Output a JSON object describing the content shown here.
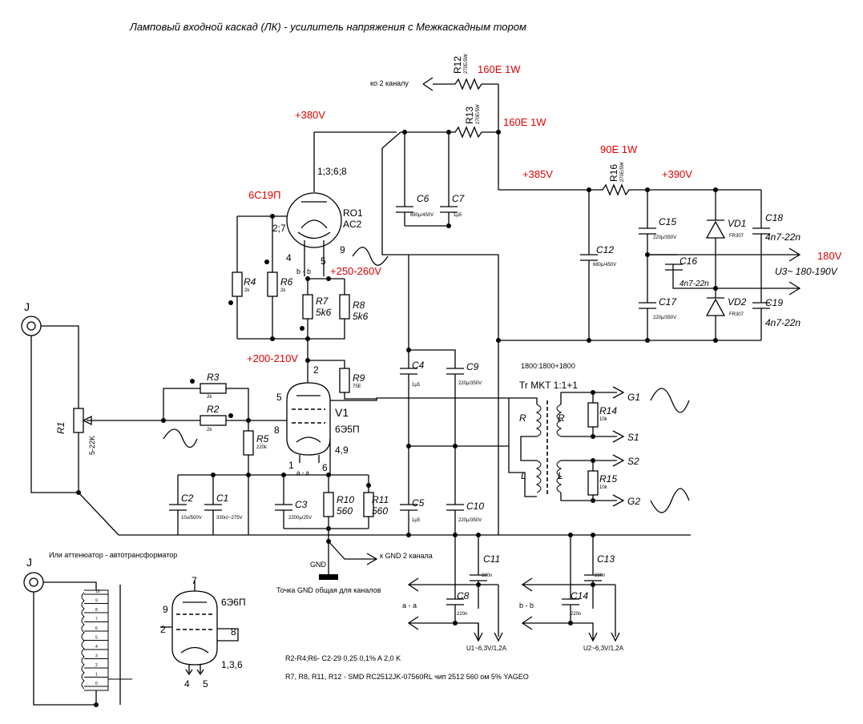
{
  "title": "Ламповый входной каскад (ЛК) - усилитель напряжения с Межкаскадным тором",
  "voltages": {
    "v380": "+380V",
    "v385": "+385V",
    "v390": "+390V",
    "v250": "+250-260V",
    "v200": "+200-210V",
    "v180": "180V",
    "u3": "U3~ 180-190V",
    "r12_rating": "160E 1W",
    "r13_rating": "160E 1W",
    "r16_rating": "90E 1W"
  },
  "tubes": {
    "vl1_type": "6С19П",
    "vl1_ref": "RO1",
    "vl1_sub": "AC2",
    "vl1_pins_top": "1;3;6;8",
    "vl1_pins_27": "2;7",
    "vl1_pin4": "4",
    "vl1_pin5": "5",
    "vl1_pin9": "9",
    "vl1_bb": "b - b",
    "v1_ref": "V1",
    "v1_type": "6Э5П",
    "v1_pin2": "2",
    "v1_pin5": "5",
    "v1_pin8": "8",
    "v1_pin49": "4,9",
    "v1_pin1": "1",
    "v1_pin6": "6",
    "v1_aa": "a - a",
    "legend_type": "6Э6П",
    "legend_p7": "7",
    "legend_p9": "9",
    "legend_p2": "2",
    "legend_p8": "8",
    "legend_p4": "4",
    "legend_p5": "5",
    "legend_p136": "1,3,6"
  },
  "components": {
    "r1": "R1",
    "r1_val": "5-22K",
    "r2": "R2",
    "r2_val": "2k",
    "r3": "R3",
    "r3_val": "2k",
    "r4": "R4",
    "r4_val": "2k",
    "r5": "R5",
    "r5_val": "220k",
    "r6": "R6",
    "r6_val": "2k",
    "r7": "R7",
    "r7_val": "5k6",
    "r8": "R8",
    "r8_val": "5k6",
    "r9": "R9",
    "r9_val": "75E",
    "r10": "R10",
    "r10_val": "560",
    "r11": "R11",
    "r11_val": "560",
    "r12": "R12",
    "r12_val": "270E/5W",
    "r13": "R13",
    "r13_val": "270E/5W",
    "r14": "R14",
    "r14_val": "10k",
    "r15": "R15",
    "r15_val": "10k",
    "r16": "R16",
    "r16_val": "270E/5W",
    "c1": "C1",
    "c1_val": "330n/~275V",
    "c2": "C2",
    "c2_val": "10u/500V",
    "c3": "C3",
    "c3_val": "2200µ/25V",
    "c4": "C4",
    "c4_val": "1µ5",
    "c5": "C5",
    "c5_val": "1µ5",
    "c6": "C6",
    "c6_val": "680µ/450V",
    "c7": "C7",
    "c7_val": "1µ5",
    "c8": "C8",
    "c8_val": "220n",
    "c9": "C9",
    "c9_val": "220µ/350V",
    "c10": "C10",
    "c10_val": "220µ/350V",
    "c11": "C11",
    "c11_val": "220n",
    "c12": "C12",
    "c12_val": "680µ/450V",
    "c13": "C13",
    "c13_val": "220n",
    "c14": "C14",
    "c14_val": "220n",
    "c15": "C15",
    "c15_val": "220µ/350V",
    "c16": "C16",
    "c16_val": "4n7-22n",
    "c17": "C17",
    "c17_val": "220µ/350V",
    "c18": "C18",
    "c18_val": "4n7-22n",
    "c19": "C19",
    "c19_val": "4n7-22n",
    "vd1": "VD1",
    "vd1_val": "FR307",
    "vd2": "VD2",
    "vd2_val": "FR307"
  },
  "transformer": {
    "ratio": "1800:1800+1800",
    "name": "Tr MKT 1:1+1",
    "r_left": "R",
    "r_right": "R",
    "l_left": "L",
    "l_right": "L",
    "g1": "G1",
    "s1": "S1",
    "s2": "S2",
    "g2": "G2"
  },
  "labels": {
    "j1": "J",
    "j2": "J",
    "to_ch2": "ко 2 каналу",
    "gnd": "GND",
    "gnd_ch2": "к GND 2 канала",
    "gnd_point": "Точка GND общая для каналов",
    "attenuator": "Или аттенюатор - автотрансформатор",
    "aa": "a - a",
    "bb": "b - b",
    "u1": "U1~6,3V/1,2A",
    "u2": "U2~6,3V/1,2A",
    "note1": "R2-R4;R6- C2-29 0,25 0,1% A 2,0 K",
    "note2": "R7, R8, R11, R12 - SMD RC2512JK-07560RL чип 2512  560 ом 5% YAGEO"
  },
  "attenuator_taps": [
    "10",
    "9",
    "8",
    "7",
    "6",
    "5",
    "4",
    "3",
    "2",
    "1",
    "0"
  ]
}
